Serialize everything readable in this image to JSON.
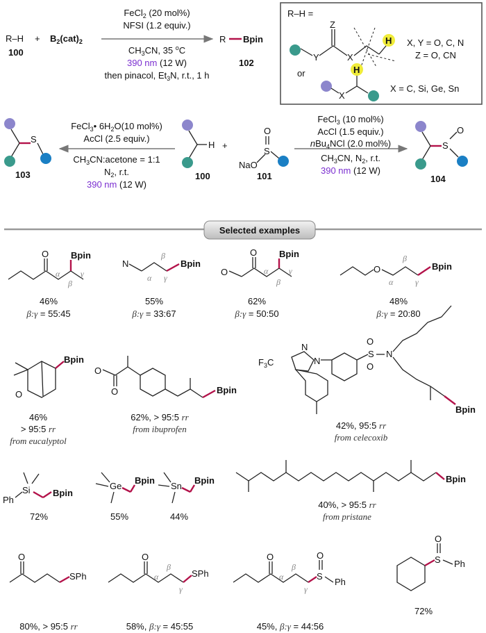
{
  "scheme1": {
    "reactant": "R–H",
    "plus": "+",
    "reagent": "B",
    "reagent_sub": "2",
    "reagent_rest": "(cat)",
    "reagent_sub2": "2",
    "label_100": "100",
    "cond1": "FeCl",
    "cond1_sub": "2",
    "cond1_rest": " (20 mol%)",
    "cond2": "NFSI (1.2 equiv.)",
    "cond3": "CH",
    "cond3_sub": "3",
    "cond3_rest": "CN, 35 ",
    "cond3_sup": "o",
    "cond3_end": "C",
    "cond4": "390 nm",
    "cond4_rest": " (12 W)",
    "cond5": "then pinacol, Et",
    "cond5_sub": "3",
    "cond5_rest": "N, r.t., 1 h",
    "product": "R",
    "product_b": "Bpin",
    "label_102": "102"
  },
  "box": {
    "title": "R–H =",
    "z": "Z",
    "y": "Y",
    "x": "X",
    "h": "H",
    "or": "or",
    "text1": "X, Y = O, C, N",
    "text2": "Z = O, CN",
    "text3": "X = C, Si, Ge, Sn"
  },
  "scheme2": {
    "left_c1": "FeCl",
    "left_c1_sub": "3",
    "left_c1_rest": "• 6H",
    "left_c1_sub2": "2",
    "left_c1_end": "O(10 mol%)",
    "left_c2": "AcCl (2.5 equiv.)",
    "left_c3": "CH",
    "left_c3_sub": "3",
    "left_c3_rest": "CN:acetone = 1:1",
    "left_c4": "N",
    "left_c4_sub": "2",
    "left_c4_rest": ", r.t.",
    "left_c5": "390 nm",
    "left_c5_rest": " (12 W)",
    "s": "S",
    "label_103": "103",
    "label_100": "100",
    "h": "H",
    "plus": "+",
    "na": "NaO",
    "s2": "S",
    "o": "O",
    "label_101": "101",
    "right_c1": "FeCl",
    "right_c1_sub": "3",
    "right_c1_rest": " (10 mol%)",
    "right_c2": "AcCl (1.5 equiv.)",
    "right_c3": "n",
    "right_c3_rest": "Bu",
    "right_c3_sub": "4",
    "right_c3_end": "NCl (2.0 mol%)",
    "right_c4": "CH",
    "right_c4_sub": "3",
    "right_c4_rest": "CN, N",
    "right_c4_sub2": "2",
    "right_c4_end": ", r.t.",
    "right_c5": "390 nm",
    "right_c5_rest": " (12 W)",
    "s3": "S",
    "o2": "O",
    "label_104": "104"
  },
  "banner": "Selected examples",
  "row1": [
    {
      "o": "O",
      "bpin": "Bpin",
      "a": "α",
      "b": "β",
      "g": "γ",
      "yield": "46%",
      "ratio_pre": "β:γ",
      "ratio": " = 55:45"
    },
    {
      "n": "N",
      "bpin": "Bpin",
      "a": "α",
      "b": "β",
      "g": "γ",
      "yield": "55%",
      "ratio_pre": "β:γ",
      "ratio": " = 33:67"
    },
    {
      "o": "O",
      "o2": "O",
      "bpin": "Bpin",
      "a": "α",
      "b": "β",
      "g": "γ",
      "yield": "62%",
      "ratio_pre": "β:γ",
      "ratio": " = 50:50"
    },
    {
      "o": "O",
      "bpin": "Bpin",
      "a": "α",
      "b": "β",
      "g": "γ",
      "yield": "48%",
      "ratio_pre": "β:γ",
      "ratio": " = 20:80"
    }
  ],
  "row2": [
    {
      "o": "O",
      "bpin": "Bpin",
      "yield": "46%",
      "rr": "> 95:5 ",
      "rr_i": "rr",
      "from": "from eucalyptol"
    },
    {
      "o": "O",
      "o2": "O",
      "bpin": "Bpin",
      "yield": "62%, > 95:5 ",
      "rr_i": "rr",
      "from": "from ibuprofen"
    },
    {
      "f3c": "F",
      "f3c_sub": "3",
      "f3c_rest": "C",
      "n1": "N",
      "n2": "N",
      "s": "S",
      "o": "O",
      "o2": "O",
      "n3": "N",
      "bpin": "Bpin",
      "yield": "42%, 95:5 ",
      "rr_i": "rr",
      "from": "from celecoxib"
    }
  ],
  "row3": [
    {
      "ph": "Ph",
      "el": "Si",
      "bpin": "Bpin",
      "yield": "72%"
    },
    {
      "el": "Ge",
      "bpin": "Bpin",
      "yield": "55%"
    },
    {
      "el": "Sn",
      "bpin": "Bpin",
      "yield": "44%"
    },
    {
      "bpin": "Bpin",
      "yield": "40%, > 95:5 ",
      "rr_i": "rr",
      "from": "from pristane"
    }
  ],
  "row4": [
    {
      "o": "O",
      "sph": "SPh",
      "yield": "80%, > 95:5 ",
      "rr_i": "rr"
    },
    {
      "o": "O",
      "sph": "SPh",
      "a": "α",
      "b": "β",
      "g": "γ",
      "yield": "58%, ",
      "ratio_pre": "β:γ",
      "ratio": " = 45:55"
    },
    {
      "o": "O",
      "s": "S",
      "so": "O",
      "ph": "Ph",
      "a": "α",
      "b": "β",
      "g": "γ",
      "yield": "45%, ",
      "ratio_pre": "β:γ",
      "ratio": " = 44:56"
    },
    {
      "s": "S",
      "so": "O",
      "ph": "Ph",
      "yield": "72%"
    }
  ],
  "colors": {
    "teal": "#3a9a8c",
    "purple": "#8c86cc",
    "blue": "#1a7fc4",
    "yellow": "#f0ec3a",
    "bpin": "#b3124a",
    "violet": "#7b2fd0"
  }
}
